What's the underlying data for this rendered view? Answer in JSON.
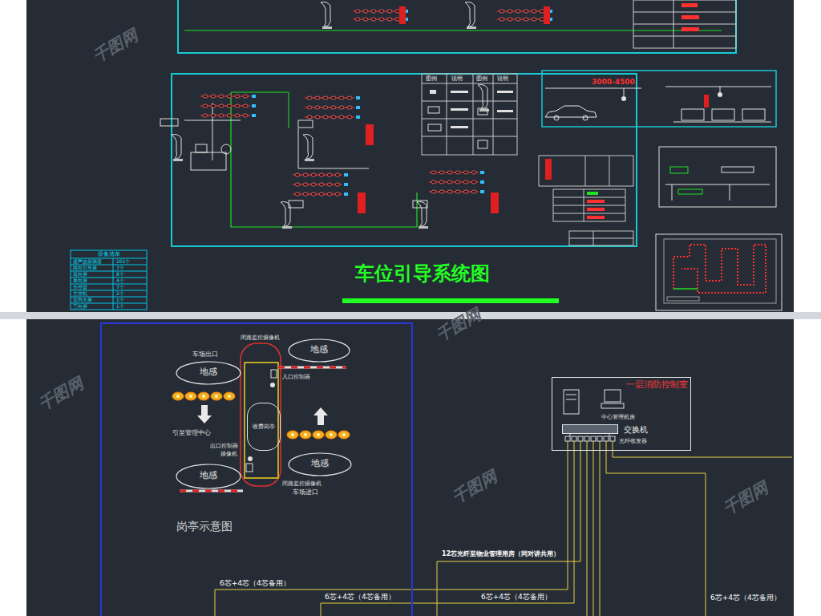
{
  "diagram": {
    "title": "车位引导系统图",
    "nodes": [
      {
        "text": [
          "设备清单"
        ]
      },
      {
        "text": [
          "岗亭示意图"
        ]
      },
      {
        "text": [
          "地感"
        ],
        "in": 1
      },
      {
        "text": [
          "地感"
        ],
        "in": 1
      },
      {
        "text": [
          "地感"
        ],
        "in": 1
      },
      {
        "text": [
          "地感"
        ],
        "in": 1
      },
      {
        "text": [
          "收费岗亭"
        ],
        "in": 1
      },
      {
        "text": [
          "一层消防控制室"
        ]
      },
      {
        "text": [
          "交换机"
        ],
        "in": 7
      }
    ],
    "labels": [
      "超声波探测器",
      "201个",
      "两向引导屏",
      "7个",
      "双向屏",
      "8个",
      "单向屏",
      "4个",
      "分控器",
      "7个",
      "主控机",
      "2个",
      "室内大屏",
      "1个",
      "三向屏",
      "1个",
      "图例",
      "说明",
      "图例",
      "说明",
      "3000-4500",
      "车场出口",
      "闭路监控摄像机",
      "入口控制器",
      "引至管理中心",
      "出口控制器",
      "摄像机",
      "闭路监控摄像机",
      "车场进口",
      "中心管理机房",
      "光纤收发器",
      "12芯光纤至物业管理用房（同对讲共用）",
      "6芯+4芯（4芯备用）",
      "6芯+4芯（4芯备用）",
      "6芯+4芯（4芯备用）",
      "6芯+4芯（4芯备用）",
      "千图网",
      "千图网",
      "千图网",
      "千图网",
      "千图网"
    ]
  }
}
